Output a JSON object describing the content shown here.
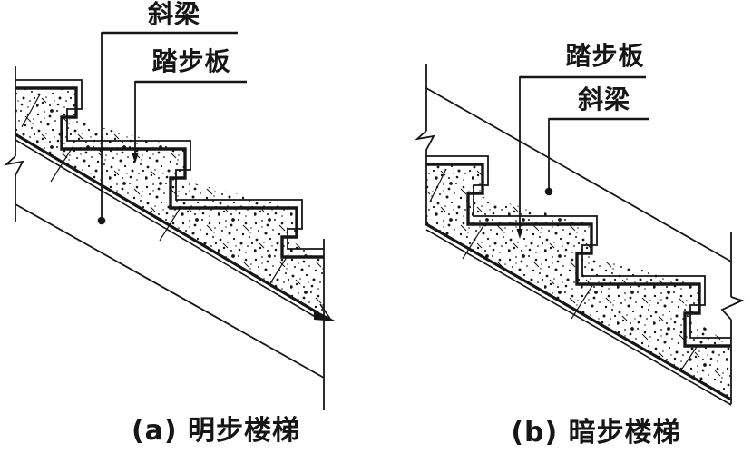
{
  "figure": {
    "colors": {
      "background": "#ffffff",
      "line": "#161616"
    },
    "panel_a": {
      "caption": "(a) 明步楼梯",
      "label_beam": "斜梁",
      "label_tread": "踏步板"
    },
    "panel_b": {
      "caption": "(b) 暗步楼梯",
      "label_beam": "斜梁",
      "label_tread": "踏步板"
    }
  }
}
